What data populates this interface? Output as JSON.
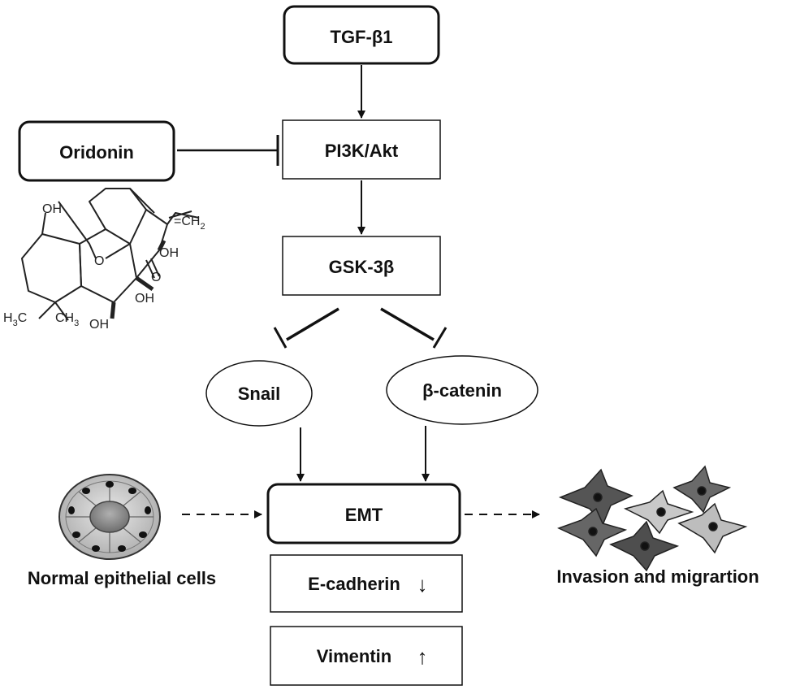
{
  "nodes": {
    "tgf": "TGF-β1",
    "oridonin": "Oridonin",
    "pi3k": "PI3K/Akt",
    "gsk": "GSK-3β",
    "snail": "Snail",
    "bcatenin": "β-catenin",
    "emt": "EMT",
    "ecadherin": "E-cadherin",
    "ecadherin_arrow": "↓",
    "vimentin": "Vimentin",
    "vimentin_arrow": "↑"
  },
  "labels": {
    "normal_cells": "Normal epithelial cells",
    "invasion": "Invasion and migrartion"
  },
  "structure_labels": {
    "oh_top": "OH",
    "ch2": "=CH",
    "ch2_sub": "2",
    "oh_right": "OH",
    "o_bridge": "O",
    "o_carbonyl": "O",
    "oh_mid": "OH",
    "h3c": "H",
    "h3c_sub": "3",
    "h3c_c": "C",
    "ch3": "CH",
    "ch3_sub": "3",
    "oh_bottom": "OH"
  },
  "colors": {
    "line": "#111111",
    "cell_fill": "#5a5a5a",
    "cell_light": "#bdbdbd",
    "nucleus": "#111111"
  }
}
